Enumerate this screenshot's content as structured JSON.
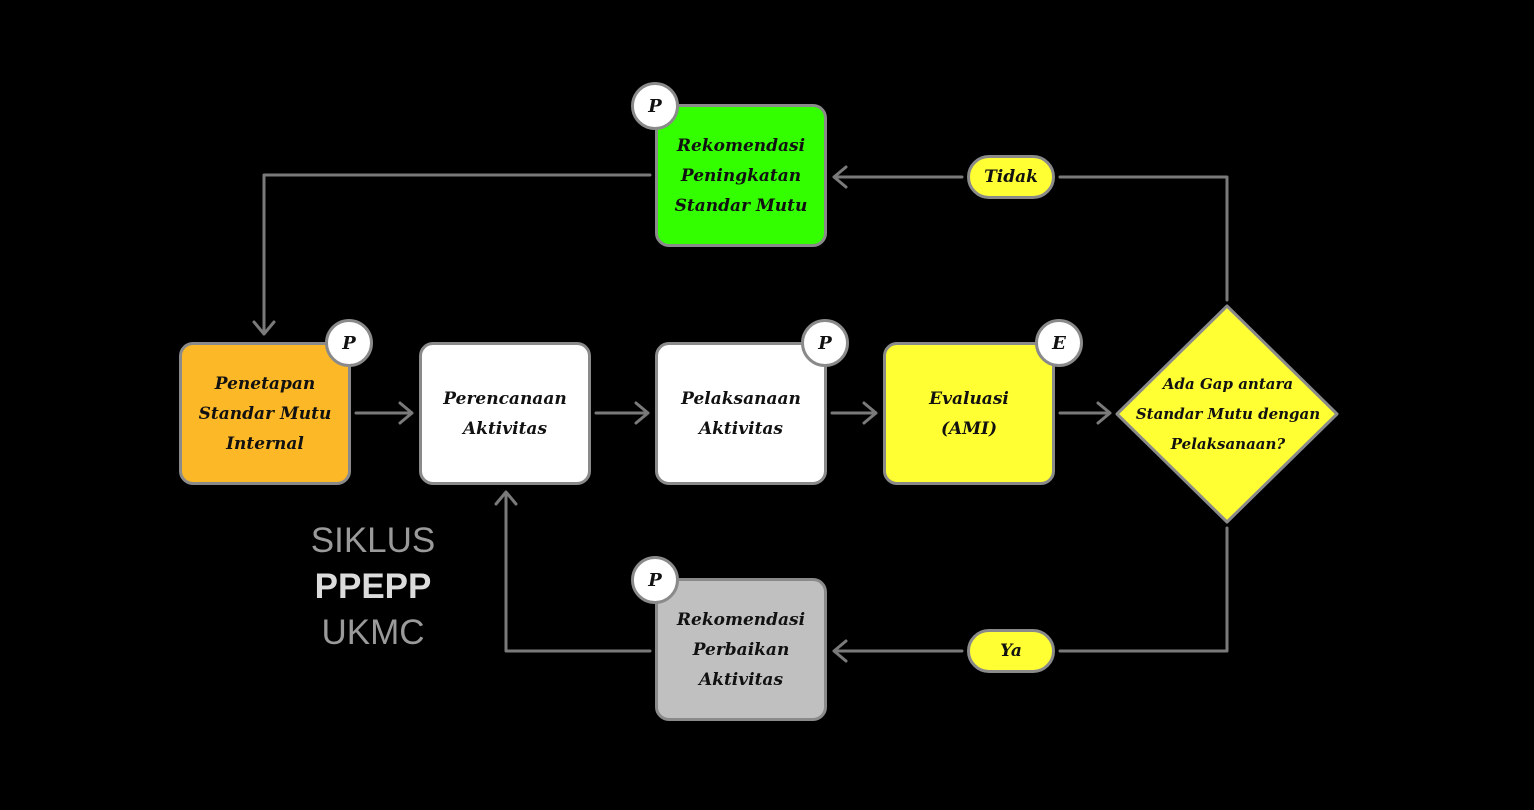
{
  "colors": {
    "background": "#000000",
    "connector": "#7a7a7a",
    "border": "#8a8a8a",
    "orange": "#fdb827",
    "green": "#33ff00",
    "white": "#ffffff",
    "yellow": "#ffff33",
    "gray": "#c0c0c0"
  },
  "title": {
    "line1": "SIKLUS",
    "line2": "PPEPP",
    "line3": "UKMC"
  },
  "nodes": {
    "penetapan": {
      "label": "Penetapan\nStandar Mutu\nInternal",
      "badge": "P"
    },
    "perencanaan": {
      "label": "Perencanaan\nAktivitas"
    },
    "pelaksanaan": {
      "label": "Pelaksanaan\nAktivitas",
      "badge": "P"
    },
    "evaluasi": {
      "label": "Evaluasi\n(AMI)",
      "badge": "E"
    },
    "gap": {
      "label": "Ada Gap antara\nStandar Mutu dengan\nPelaksanaan?"
    },
    "rek_peningkatan": {
      "label": "Rekomendasi\nPeningkatan\nStandar Mutu",
      "badge": "P"
    },
    "rek_perbaikan": {
      "label": "Rekomendasi\nPerbaikan\nAktivitas",
      "badge": "P"
    }
  },
  "branches": {
    "tidak": "Tidak",
    "ya": "Ya"
  }
}
